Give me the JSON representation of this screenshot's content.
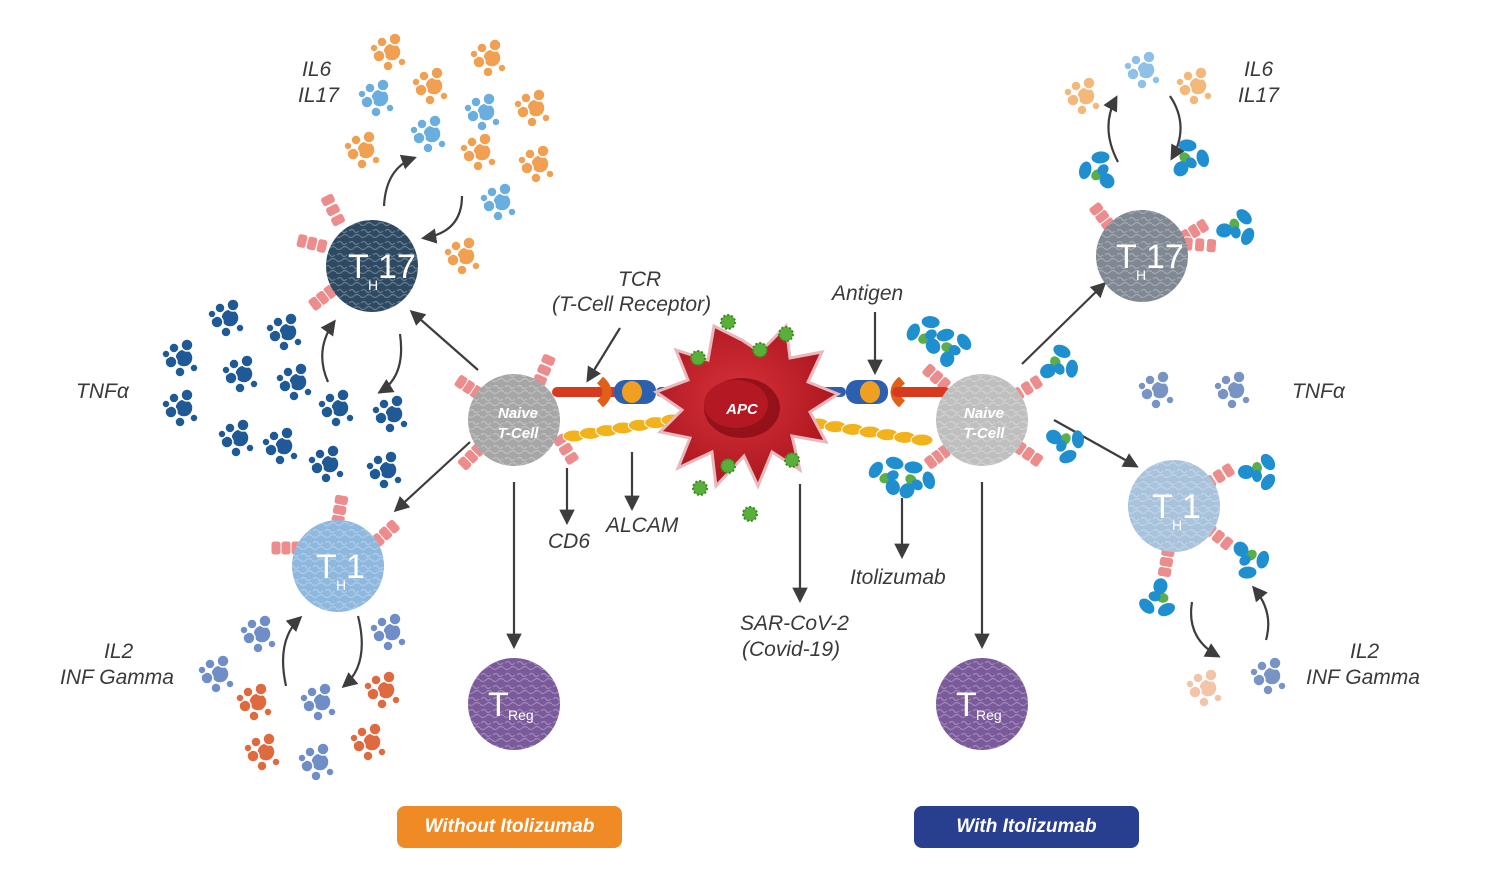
{
  "labels": {
    "il6_left": "IL6",
    "il17_left": "IL17",
    "tnfa_left": "TNFα",
    "il2_left": "IL2",
    "infg_left": "INF Gamma",
    "tcr": "TCR",
    "tcr_full": "(T-Cell Receptor)",
    "antigen": "Antigen",
    "cd6": "CD6",
    "alcam": "ALCAM",
    "itolizumab": "Itolizumab",
    "sarscov": "SAR-CoV-2",
    "covid": "(Covid-19)",
    "il6_right": "IL6",
    "il17_right": "IL17",
    "tnfa_right": "TNFα",
    "il2_right": "IL2",
    "infg_right": "INF Gamma"
  },
  "cells": {
    "naive_line1": "Naive",
    "naive_line2": "T-Cell",
    "apc": "APC",
    "t": "T",
    "h": "H",
    "reg": "Reg",
    "th17_num": "17",
    "th1_num": "1"
  },
  "badges": {
    "without": "Without Itolizumab",
    "with": "With Itolizumab"
  },
  "colors": {
    "orange_badge": "#f08a24",
    "blue_badge": "#283f8f",
    "th17_dark": "#2e4a62",
    "th1_light": "#8fb8de",
    "naive_gray": "#a6a6a6",
    "treg_purple": "#7a5a9a",
    "apc_red": "#c8202a",
    "th17_faded": "#7f8893",
    "cytokine_orange": "#f0a050",
    "cytokine_lightblue": "#6aaee0",
    "cytokine_darkblue": "#1f5a96",
    "cytokine_red": "#e06a40",
    "antibody_blue": "#1f8fd0",
    "antibody_green": "#5aae4a"
  }
}
